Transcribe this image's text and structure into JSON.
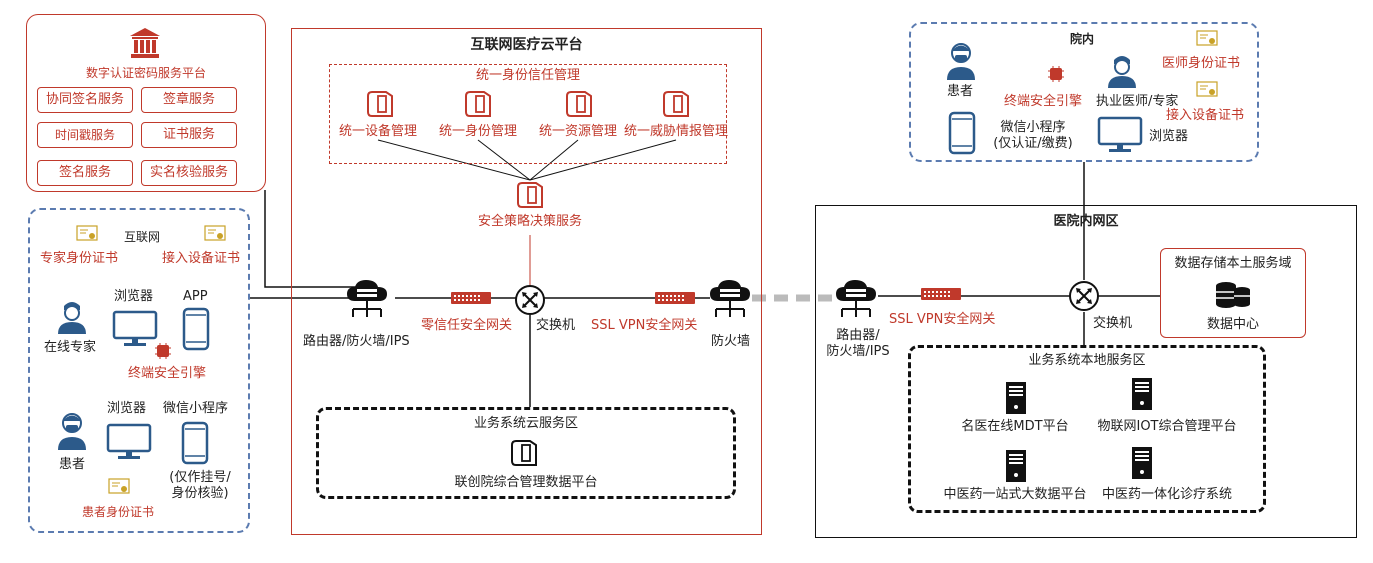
{
  "ca_platform": {
    "title": "数字认证密码服务平台",
    "services": [
      "协同签名服务",
      "签章服务",
      "时间戳服务",
      "证书服务",
      "签名服务",
      "实名核验服务"
    ]
  },
  "cloud_platform": {
    "title": "互联网医疗云平台",
    "identity_mgmt": {
      "title": "统一身份信任管理",
      "items": [
        "统一设备管理",
        "统一身份管理",
        "统一资源管理",
        "统一威胁情报管理"
      ]
    },
    "policy_service": "安全策略决策服务",
    "router_label": "路由器/防火墙/IPS",
    "zero_trust_gw": "零信任安全网关",
    "switch_label": "交换机",
    "ssl_vpn_gw": "SSL VPN安全网关",
    "firewall_label": "防火墙",
    "cloud_service_zone": {
      "title": "业务系统云服务区",
      "platform": "联创院综合管理数据平台"
    }
  },
  "internet_zone": {
    "title": "互联网",
    "expert_cert": "专家身份证书",
    "device_cert": "接入设备证书",
    "browser1": "浏览器",
    "app": "APP",
    "expert": "在线专家",
    "endpoint_engine": "终端安全引擎",
    "patient": "患者",
    "browser2": "浏览器",
    "mini_program": "微信小程序",
    "mini_note": "(仅作挂号/\n身份核验)",
    "patient_cert": "患者身份证书"
  },
  "hospital_in": {
    "title": "院内",
    "patient": "患者",
    "endpoint_engine": "终端安全引擎",
    "doctor": "执业医师/专家",
    "doctor_cert": "医师身份证书",
    "device_cert": "接入设备证书",
    "mini_program": "微信小程序\n(仅认证/缴费)",
    "browser": "浏览器"
  },
  "hospital_net": {
    "title": "医院内网区",
    "router_label": "路由器/\n防火墙/IPS",
    "ssl_vpn_gw": "SSL VPN安全网关",
    "switch_label": "交换机",
    "storage": {
      "title": "数据存储本土服务域",
      "center": "数据中心"
    },
    "local_zone": {
      "title": "业务系统本地服务区",
      "systems": [
        "名医在线MDT平台",
        "物联网IOT综合管理平台",
        "中医药一站式大数据平台",
        "中医药一体化诊疗系统"
      ]
    }
  },
  "colors": {
    "accent": "#c0392b",
    "dashed_blue": "#5b7bb0",
    "line": "#111111"
  }
}
